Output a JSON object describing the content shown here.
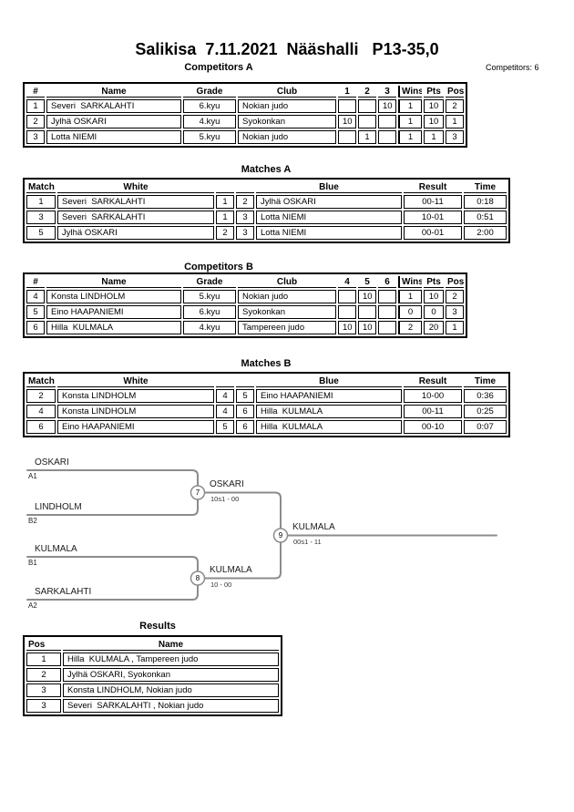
{
  "page": {
    "title": "Salikisa  7.11.2021  Nääshalli   P13-35,0",
    "competitors_count": "Competitors: 6"
  },
  "colors": {
    "background": "#ffffff",
    "text": "#000000",
    "table_border": "#000000",
    "bracket_line": "#8c8c8c"
  },
  "competitors_a": {
    "heading": "Competitors A",
    "headers": [
      "#",
      "Name",
      "Grade",
      "Club",
      "1",
      "2",
      "3",
      "Wins",
      "Pts",
      "Pos"
    ],
    "rows": [
      [
        "1",
        "Severi  SARKALAHTI",
        "6.kyu",
        "Nokian judo",
        "",
        "",
        "10",
        "1",
        "10",
        "2"
      ],
      [
        "2",
        "Jylhä OSKARI",
        "4.kyu",
        "Syokonkan",
        "10",
        "",
        "",
        "1",
        "10",
        "1"
      ],
      [
        "3",
        "Lotta NIEMI",
        "5.kyu",
        "Nokian judo",
        "",
        "1",
        "",
        "1",
        "1",
        "3"
      ]
    ]
  },
  "matches_a": {
    "heading": "Matches A",
    "headers": [
      "Match",
      "White",
      "",
      "",
      "Blue",
      "Result",
      "Time"
    ],
    "rows": [
      [
        "1",
        "Severi  SARKALAHTI",
        "1",
        "2",
        "Jylhä OSKARI",
        "00-11",
        "0:18"
      ],
      [
        "3",
        "Severi  SARKALAHTI",
        "1",
        "3",
        "Lotta NIEMI",
        "10-01",
        "0:51"
      ],
      [
        "5",
        "Jylhä OSKARI",
        "2",
        "3",
        "Lotta NIEMI",
        "00-01",
        "2:00"
      ]
    ]
  },
  "competitors_b": {
    "heading": "Competitors B",
    "headers": [
      "#",
      "Name",
      "Grade",
      "Club",
      "4",
      "5",
      "6",
      "Wins",
      "Pts",
      "Pos"
    ],
    "rows": [
      [
        "4",
        "Konsta LINDHOLM",
        "5.kyu",
        "Nokian judo",
        "",
        "10",
        "",
        "1",
        "10",
        "2"
      ],
      [
        "5",
        "Eino HAAPANIEMI",
        "6.kyu",
        "Syokonkan",
        "",
        "",
        "",
        "0",
        "0",
        "3"
      ],
      [
        "6",
        "Hilla  KULMALA",
        "4.kyu",
        "Tampereen judo",
        "10",
        "10",
        "",
        "2",
        "20",
        "1"
      ]
    ]
  },
  "matches_b": {
    "heading": "Matches B",
    "headers": [
      "Match",
      "White",
      "",
      "",
      "Blue",
      "Result",
      "Time"
    ],
    "rows": [
      [
        "2",
        "Konsta LINDHOLM",
        "4",
        "5",
        "Eino HAAPANIEMI",
        "10-00",
        "0:36"
      ],
      [
        "4",
        "Konsta LINDHOLM",
        "4",
        "6",
        "Hilla  KULMALA",
        "00-11",
        "0:25"
      ],
      [
        "6",
        "Eino HAAPANIEMI",
        "5",
        "6",
        "Hilla  KULMALA",
        "00-10",
        "0:07"
      ]
    ]
  },
  "bracket": {
    "slots": [
      {
        "name": "OSKARI",
        "seed": "A1"
      },
      {
        "name": "LINDHOLM",
        "seed": "B2"
      },
      {
        "name": "KULMALA",
        "seed": "B1"
      },
      {
        "name": "SARKALAHTI",
        "seed": "A2"
      }
    ],
    "nodes": [
      {
        "number": "7",
        "winner": "OSKARI",
        "result": "10s1 - 00"
      },
      {
        "number": "8",
        "winner": "KULMALA",
        "result": "10 - 00"
      },
      {
        "number": "9",
        "winner": "KULMALA",
        "result": "00s1 - 11"
      }
    ]
  },
  "results": {
    "heading": "Results",
    "headers": [
      "Pos",
      "Name"
    ],
    "rows": [
      [
        "1",
        "Hilla  KULMALA , Tampereen judo"
      ],
      [
        "2",
        "Jylhä OSKARI, Syokonkan"
      ],
      [
        "3",
        "Konsta LINDHOLM, Nokian judo"
      ],
      [
        "3",
        "Severi  SARKALAHTI , Nokian judo"
      ]
    ]
  }
}
